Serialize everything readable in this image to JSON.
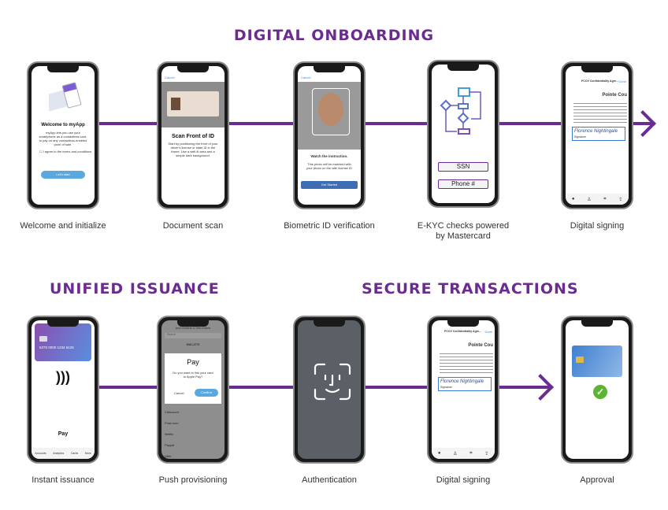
{
  "sections": {
    "onboarding": "DIGITAL ONBOARDING",
    "issuance": "UNIFIED ISSUANCE",
    "transactions": "SECURE TRANSACTIONS"
  },
  "accent": "#6b2c91",
  "steps": {
    "welcome": {
      "label": "Welcome and initialize",
      "screen_title": "Welcome to myApp",
      "screen_text": "myApp lets you use your smartphone as a contactless card, to pay on any contactless-enabled point of sale.",
      "checkbox": "I agree to the terms and conditions",
      "button": "Let's start"
    },
    "scan": {
      "label": "Document scan",
      "cancel": "Cancel",
      "screen_title": "Scan Front of ID",
      "screen_text": "Start by positioning the front of your driver's license or state ID in the frame. Use a well-lit area and a simple dark background."
    },
    "bio": {
      "label": "Biometric ID verification",
      "cancel": "Cancel",
      "screen_title": "Watch the instruction.",
      "screen_text": "This photo will be matched with your photo on the with license ID",
      "button": "Get Started"
    },
    "ekyc": {
      "label": "E-KYC checks powered by Mastercard",
      "fields": [
        "SSN",
        "Phone #"
      ]
    },
    "sign1": {
      "label": "Digital signing",
      "doc": "PCOV Confidentiality Agre...",
      "done": "Done",
      "heading": "Pointe Cou",
      "sig_label": "Signature",
      "signature": "Florence Nightingale"
    },
    "instant": {
      "label": "Instant issuance",
      "card_number": "5375 0000 1234 6126",
      "pay": "Pay",
      "tabs": [
        "Accounts",
        "Analytics",
        "Cards",
        "More"
      ]
    },
    "push": {
      "label": "Push provisioning",
      "header": "Add Wallets & Merchants",
      "search": "Search",
      "wallets": "WALLETS",
      "dialog_title": "Pay",
      "dialog_text": "Do you want to link your card to Apple Pay?",
      "cancel": "Cancel",
      "confirm": "Confirm",
      "merchants": [
        "Cdiscount",
        "Fnac.com",
        "Netflix",
        "Paypal",
        "Uber"
      ]
    },
    "auth": {
      "label": "Authentication"
    },
    "sign2": {
      "label": "Digital signing",
      "doc": "PCOV Confidentiality Agre...",
      "done": "Done",
      "heading": "Pointe Cou",
      "sig_label": "Signature",
      "signature": "Florence Nightingale"
    },
    "approval": {
      "label": "Approval"
    }
  }
}
